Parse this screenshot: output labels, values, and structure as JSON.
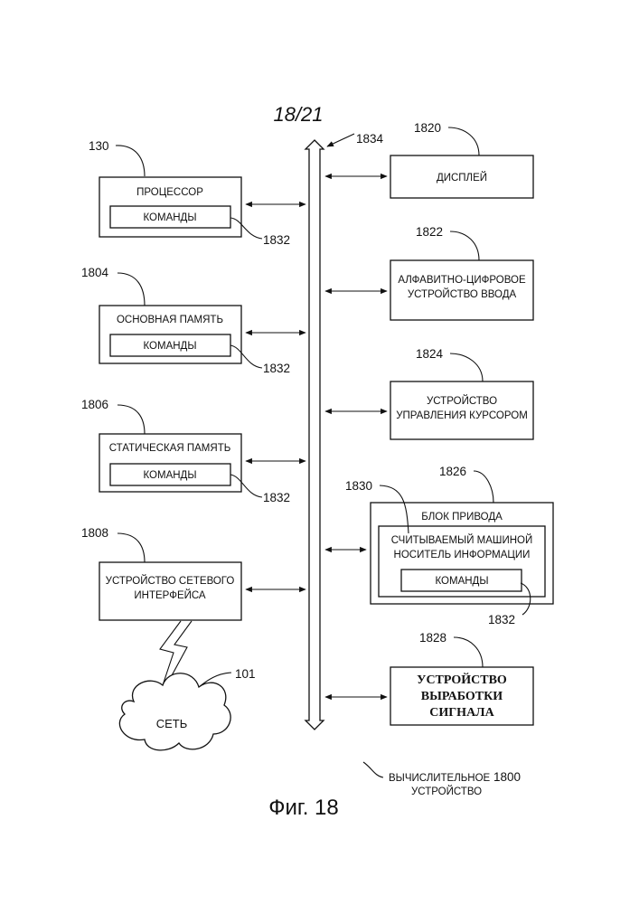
{
  "sheet_number": "18/21",
  "figure_caption": "Фиг. 18",
  "bus": {
    "ref": "1834"
  },
  "left_blocks": [
    {
      "ref": "130",
      "title": "ПРОЦЕССОР",
      "inner": "КОМАНДЫ",
      "inner_ref": "1832"
    },
    {
      "ref": "1804",
      "title": "ОСНОВНАЯ ПАМЯТЬ",
      "inner": "КОМАНДЫ",
      "inner_ref": "1832"
    },
    {
      "ref": "1806",
      "title": "СТАТИЧЕСКАЯ ПАМЯТЬ",
      "inner": "КОМАНДЫ",
      "inner_ref": "1832"
    },
    {
      "ref": "1808",
      "title_line1": "УСТРОЙСТВО СЕТЕВОГО",
      "title_line2": "ИНТЕРФЕЙСА"
    }
  ],
  "network": {
    "ref": "101",
    "label": "СЕТЬ"
  },
  "right_blocks": {
    "display": {
      "ref": "1820",
      "line1": "ДИСПЛЕЙ"
    },
    "alnum": {
      "ref": "1822",
      "line1": "АЛФАВИТНО-ЦИФРОВОЕ",
      "line2": "УСТРОЙСТВО ВВОДА"
    },
    "cursor": {
      "ref": "1824",
      "line1": "УСТРОЙСТВО",
      "line2": "УПРАВЛЕНИЯ КУРСОРОМ"
    },
    "drive": {
      "ref": "1826",
      "title": "БЛОК ПРИВОДА",
      "medium_ref": "1830",
      "medium_line1": "СЧИТЫВАЕМЫЙ МАШИНОЙ",
      "medium_line2": "НОСИТЕЛЬ ИНФОРМАЦИИ",
      "inner": "КОМАНДЫ",
      "inner_ref": "1832"
    },
    "signal": {
      "ref": "1828",
      "line1": "УСТРОЙСТВО",
      "line2": "ВЫРАБОТКИ",
      "line3": "СИГНАЛА"
    }
  },
  "device": {
    "ref": "1800",
    "line1": "ВЫЧИСЛИТЕЛЬНОЕ",
    "line2": "УСТРОЙСТВО"
  }
}
